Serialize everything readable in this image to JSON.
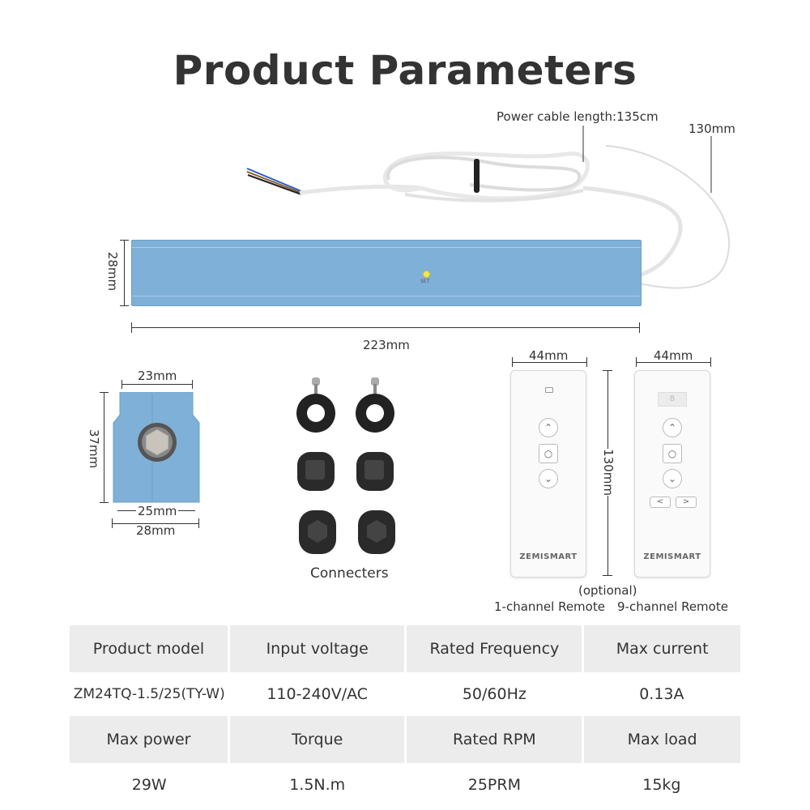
{
  "title": "Product Parameters",
  "motor": {
    "power_cable_label": "Power cable length:135cm",
    "antenna_label": "130mm",
    "height_label": "28mm",
    "length_label": "223mm",
    "set_label": "SET"
  },
  "end_view": {
    "top_width": "23mm",
    "height": "37mm",
    "inner_width": "25mm",
    "outer_width": "28mm"
  },
  "connecters": {
    "label": "Connecters"
  },
  "remotes": {
    "width_1": "44mm",
    "width_9": "44mm",
    "height": "130mm",
    "optional": "(optional)",
    "label_1": "1-channel Remote",
    "label_9": "9-channel Remote",
    "brand": "ZEMISMART",
    "screen_digit": "8"
  },
  "table": {
    "header_1": [
      "Product model",
      "Input voltage",
      "Rated Frequency",
      "Max current"
    ],
    "values_1": [
      "ZM24TQ-1.5/25(TY-W)",
      "110-240V/AC",
      "50/60Hz",
      "0.13A"
    ],
    "header_2": [
      "Max power",
      "Torque",
      "Rated RPM",
      "Max load"
    ],
    "values_2": [
      "29W",
      "1.5N.m",
      "25PRM",
      "15kg"
    ]
  },
  "colors": {
    "motor_blue": "#7fb0d8",
    "text": "#333333",
    "header_bg": "#ececec"
  }
}
